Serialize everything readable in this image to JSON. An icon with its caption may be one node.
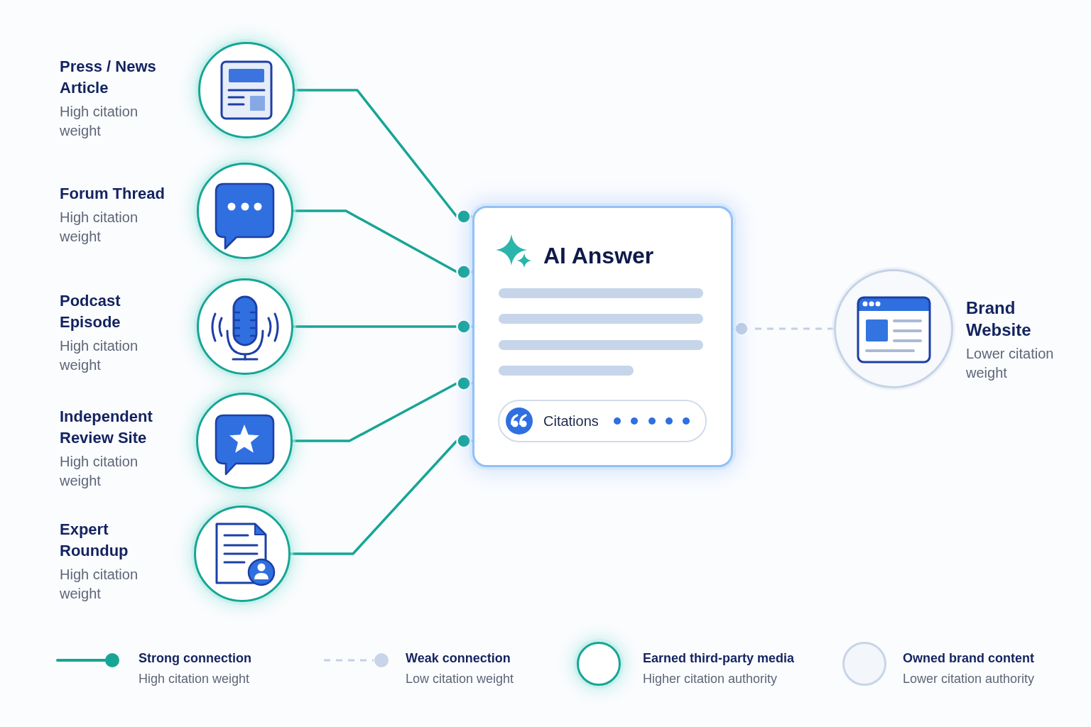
{
  "diagram": {
    "nodes": [
      {
        "text": [
          "Press / News Article",
          "High citation weight"
        ]
      },
      {
        "text": [
          "Forum Thread",
          "High citation weight"
        ]
      },
      {
        "text": [
          "Podcast Episode",
          "High citation weight"
        ]
      },
      {
        "text": [
          "Independent Review Site",
          "High citation weight"
        ]
      },
      {
        "text": [
          "Expert Roundup",
          "High citation weight"
        ]
      },
      {
        "text": [
          "AI Answer"
        ]
      },
      {
        "text": [
          "Citations"
        ],
        "in": 5
      },
      {
        "text": [
          "Brand Website",
          "Lower citation weight"
        ]
      }
    ],
    "edges": [
      {
        "from": 0,
        "to": 5,
        "arrow": "other"
      },
      {
        "from": 1,
        "to": 5,
        "arrow": "other"
      },
      {
        "from": 2,
        "to": 5,
        "arrow": "other"
      },
      {
        "from": 3,
        "to": 5,
        "arrow": "other"
      },
      {
        "from": 4,
        "to": 5,
        "arrow": "other"
      },
      {
        "from": 7,
        "to": 5,
        "arrow": "other",
        "style": "dashed",
        "color": "#c3d0e4"
      }
    ],
    "legend": [
      {
        "text": "**Strong connection** High citation weight"
      },
      {
        "text": "**Weak connection** Low citation weight"
      },
      {
        "text": "**Earned third-party media** Higher citation authority"
      },
      {
        "text": "**Owned brand content** Lower citation authority"
      }
    ]
  }
}
